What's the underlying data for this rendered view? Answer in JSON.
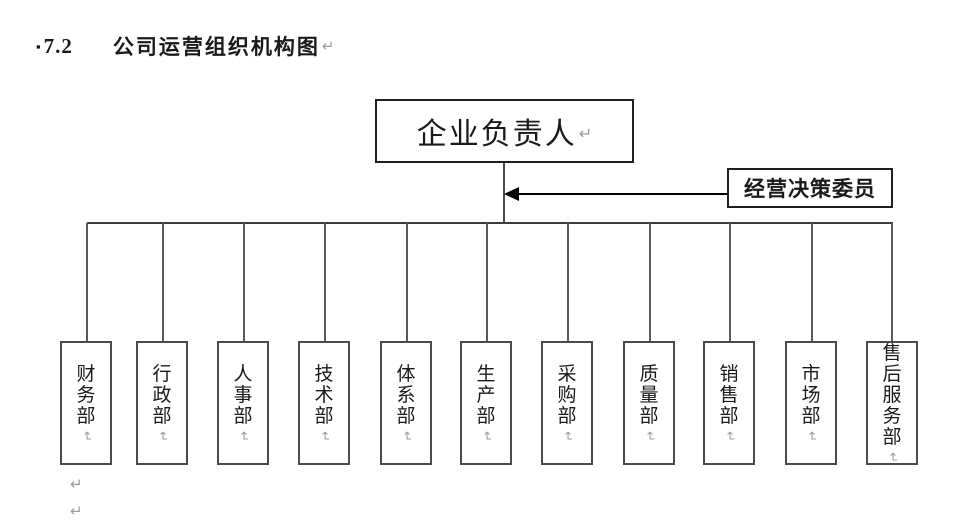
{
  "heading": {
    "bullet": "▪",
    "number": "7.2",
    "title": "公司运营组织机构图"
  },
  "marks": {
    "return": "↵"
  },
  "org": {
    "root_label": "企业负责人",
    "advisor_label": "经营决策委员",
    "departments": [
      {
        "label": "财务部"
      },
      {
        "label": "行政部"
      },
      {
        "label": "人事部"
      },
      {
        "label": "技术部"
      },
      {
        "label": "体系部"
      },
      {
        "label": "生产部"
      },
      {
        "label": "采购部"
      },
      {
        "label": "质量部"
      },
      {
        "label": "销售部"
      },
      {
        "label": "市场部"
      },
      {
        "label": "售后服务部"
      }
    ]
  },
  "colors": {
    "line": "#4e4e4e",
    "box_border": "#1f1f1f",
    "arrow": "#000000",
    "return_mark": "#9c9c9c"
  }
}
